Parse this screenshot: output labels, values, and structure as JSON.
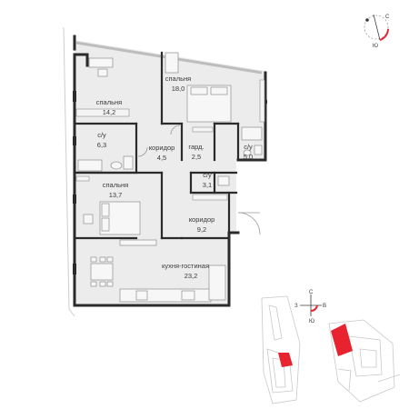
{
  "rooms": [
    {
      "key": "bedroom_1",
      "name": "спальня",
      "area": "14,2"
    },
    {
      "key": "bedroom_2",
      "name": "спальня",
      "area": "18,0"
    },
    {
      "key": "bathroom_1",
      "name": "с/у",
      "area": "6,3"
    },
    {
      "key": "corridor_1",
      "name": "коридор",
      "area": "4,5"
    },
    {
      "key": "wardrobe",
      "name": "гард.",
      "area": "2,5"
    },
    {
      "key": "bathroom_2",
      "name": "с/у",
      "area": "5,0"
    },
    {
      "key": "bathroom_3",
      "name": "с/у",
      "area": "3,1"
    },
    {
      "key": "bedroom_3",
      "name": "спальня",
      "area": "13,7"
    },
    {
      "key": "corridor_2",
      "name": "коридор",
      "area": "9,2"
    },
    {
      "key": "kitchen_living",
      "name": "кухня-гостиная",
      "area": "23,2"
    }
  ],
  "compass_top": {
    "letters": [
      "С",
      "Ю"
    ]
  },
  "compass_bottom": {
    "letters": [
      "С",
      "З",
      "В",
      "Ю"
    ]
  },
  "colors": {
    "wall": "#2b2b2b",
    "floor": "#ebebeb",
    "furniture": "#9a9a9a",
    "highlight": "#e8232f",
    "plan_line": "#c8c8c8"
  }
}
